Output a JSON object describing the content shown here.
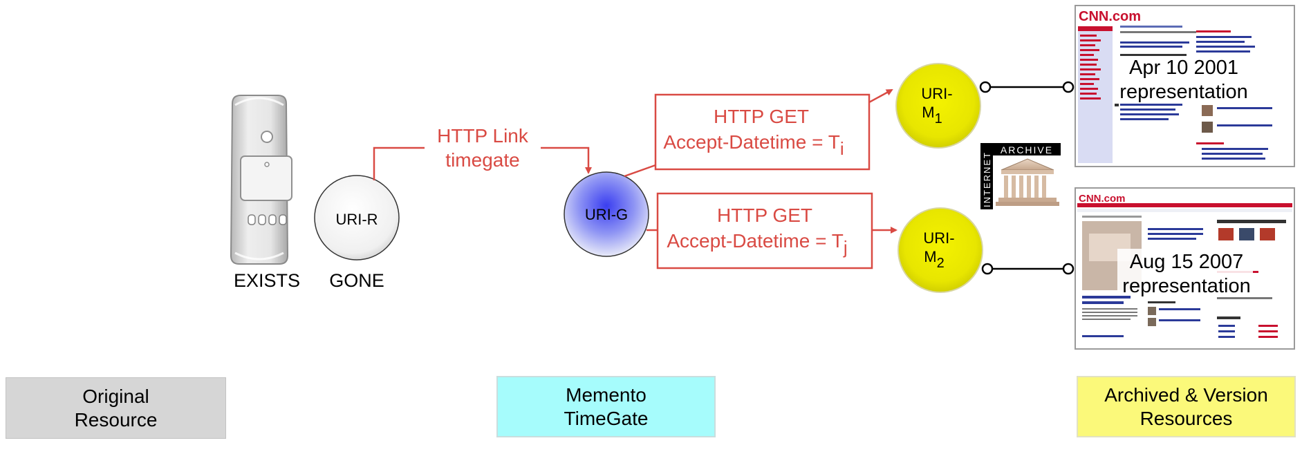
{
  "server": {
    "status_exists": "EXISTS"
  },
  "uri_r": {
    "label": "URI-R",
    "status_gone": "GONE"
  },
  "link": {
    "line1": "HTTP Link",
    "line2": "timegate"
  },
  "uri_g": {
    "label": "URI-G"
  },
  "request_1": {
    "line1": "HTTP GET",
    "line2_prefix": "Accept-Datetime = T",
    "subscript": "i"
  },
  "request_2": {
    "line1": "HTTP GET",
    "line2_prefix": "Accept-Datetime = T",
    "subscript": "j"
  },
  "memento_1": {
    "label_top": "URI-",
    "label_bottom": "M",
    "subscript": "1"
  },
  "memento_2": {
    "label_top": "URI-",
    "label_bottom": "M",
    "subscript": "2"
  },
  "archive_logo": {
    "word_top": "ARCHIVE",
    "word_side": "INTERNET"
  },
  "snapshot_1": {
    "site": "CNN.com",
    "date": "Apr 10 2001",
    "caption": "representation"
  },
  "snapshot_2": {
    "site": "CNN.com",
    "date": "Aug 15 2007",
    "caption": "representation"
  },
  "legend": {
    "original_line1": "Original",
    "original_line2": "Resource",
    "timegate_line1": "Memento",
    "timegate_line2": "TimeGate",
    "archived_line1": "Archived & Version",
    "archived_line2": "Resources"
  },
  "colors": {
    "arrow_red": "#d94a43",
    "original_bg": "#d6d6d6",
    "timegate_bg": "#a6fcfc",
    "archived_bg": "#fbf97a",
    "memento_fill": "#f4f200",
    "uri_g_fill": "#3a3ef0",
    "cnn_red": "#c8102e"
  },
  "icons": [
    "server-icon",
    "internet-archive-logo-icon",
    "webpage-screenshot-icon"
  ]
}
